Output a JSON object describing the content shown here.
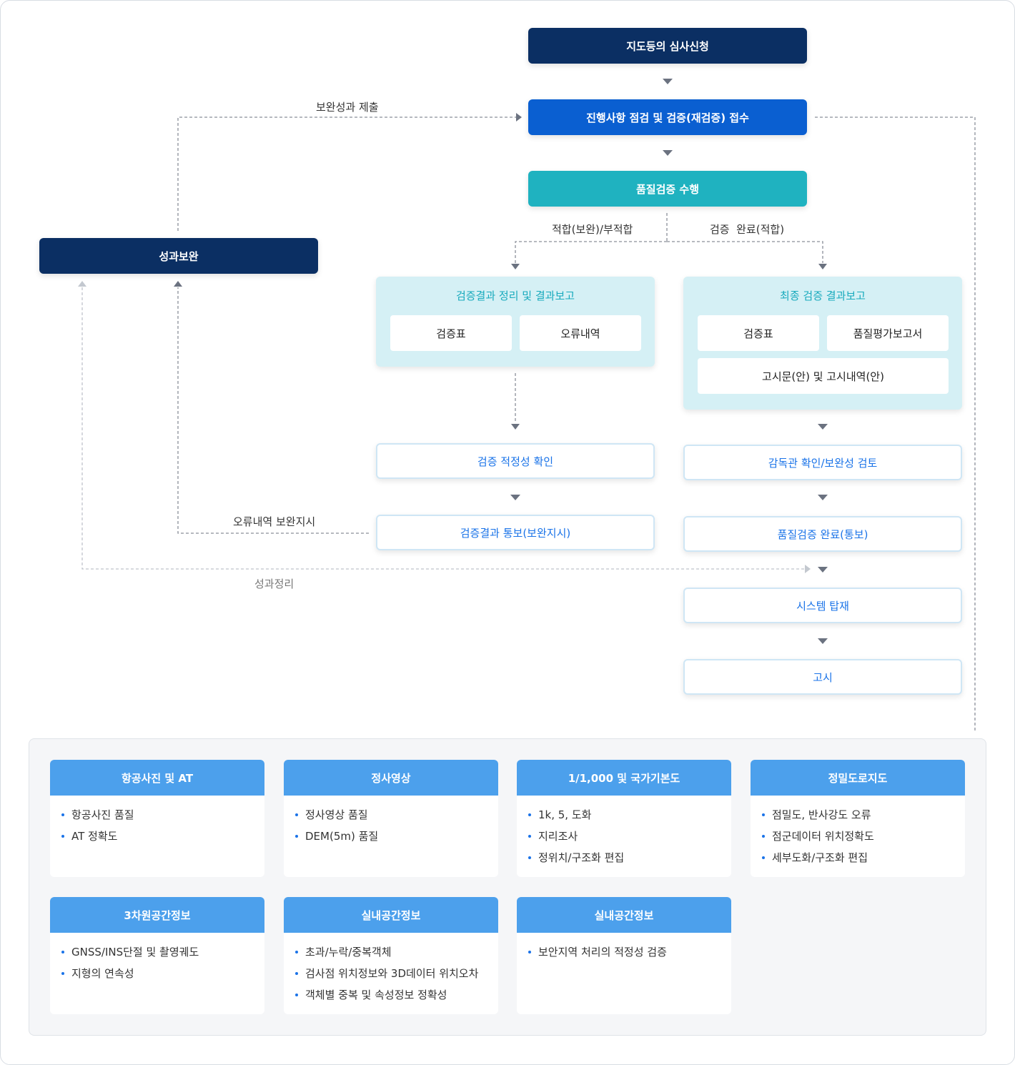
{
  "flow": {
    "step1": "지도등의 심사신청",
    "step2": "진행사항 점검 및 검증(재검증) 접수",
    "step3": "품질검증 수행",
    "supplement": "성과보완",
    "label_submit": "보완성과 제출",
    "label_fail": "적합(보완)/부적합",
    "label_pass": "검증  완료(적합)",
    "label_error_instruct": "오류내역 보완지시",
    "label_result_org": "성과정리",
    "left_group": {
      "title": "검증결과 정리 및 결과보고",
      "items": [
        "검증표",
        "오류내역"
      ]
    },
    "right_group": {
      "title": "최종 검증 결과보고",
      "items": [
        "검증표",
        "품질평가보고서",
        "고시문(안) 및 고시내역(안)"
      ]
    },
    "left_steps": [
      "검증 적정성 확인",
      "검증결과 통보(보완지시)"
    ],
    "right_steps": [
      "감독관 확인/보완성 검토",
      "품질검증 완료(통보)",
      "시스템 탑재",
      "고시"
    ]
  },
  "cards": [
    {
      "title": "항공사진 및 AT",
      "items": [
        "항공사진 품질",
        "AT 정확도"
      ]
    },
    {
      "title": "정사영상",
      "items": [
        "정사영상 품질",
        "DEM(5m) 품질"
      ]
    },
    {
      "title": "1/1,000 및 국가기본도",
      "items": [
        "1k, 5, 도화",
        "지리조사",
        "정위치/구조화 편집"
      ]
    },
    {
      "title": "정밀도로지도",
      "items": [
        "점밀도, 반사강도 오류",
        "점군데이터 위치정확도",
        "세부도화/구조화 편집"
      ]
    },
    {
      "title": "3차원공간정보",
      "items": [
        "GNSS/INS단절 및 촬영궤도",
        "지형의 연속성"
      ]
    },
    {
      "title": "실내공간정보",
      "items": [
        "초과/누락/중복객체",
        "검사점 위치정보와 3D데이터 위치오차",
        "객체별 중복 및 속성정보 정확성"
      ]
    },
    {
      "title": "실내공간정보",
      "items": [
        "보안지역 처리의 적정성 검증"
      ]
    }
  ]
}
